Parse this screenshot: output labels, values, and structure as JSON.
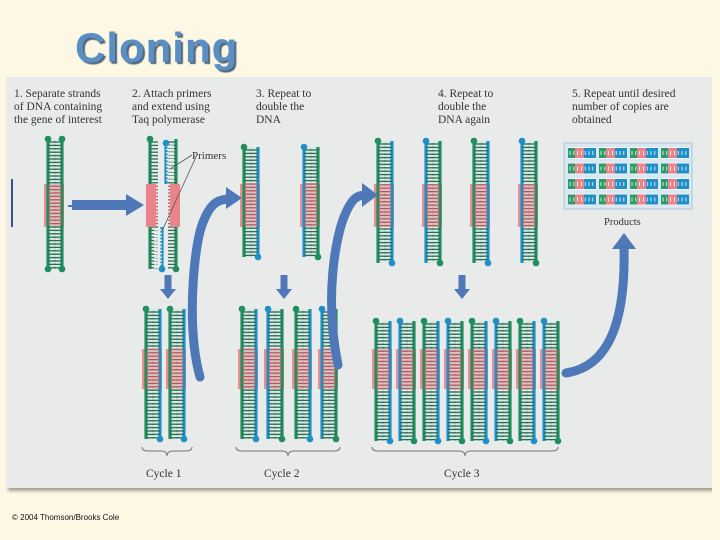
{
  "title": "Cloning",
  "steps": [
    {
      "lines": [
        "1. Separate strands",
        "of DNA containing",
        "the gene of interest"
      ]
    },
    {
      "lines": [
        "2. Attach primers",
        "and extend using",
        "Taq polymerase"
      ]
    },
    {
      "lines": [
        "3. Repeat to",
        "double the",
        "DNA"
      ]
    },
    {
      "lines": [
        "4. Repeat to",
        "double the",
        "DNA again"
      ]
    },
    {
      "lines": [
        "5. Repeat until desired",
        "number of copies are",
        "obtained"
      ]
    }
  ],
  "labels": {
    "primers": "Primers",
    "products": "Products",
    "cycle1": "Cycle 1",
    "cycle2": "Cycle 2",
    "cycle3": "Cycle 3"
  },
  "credit": "© 2004 Thomson/Brooks Cole",
  "colors": {
    "backbone": "#1e8f5c",
    "primer_blue": "#1f8fc8",
    "gene_pink": "#e8848a",
    "arrow_blue": "#4e78b8",
    "title_blue": "#5a8fc4"
  }
}
